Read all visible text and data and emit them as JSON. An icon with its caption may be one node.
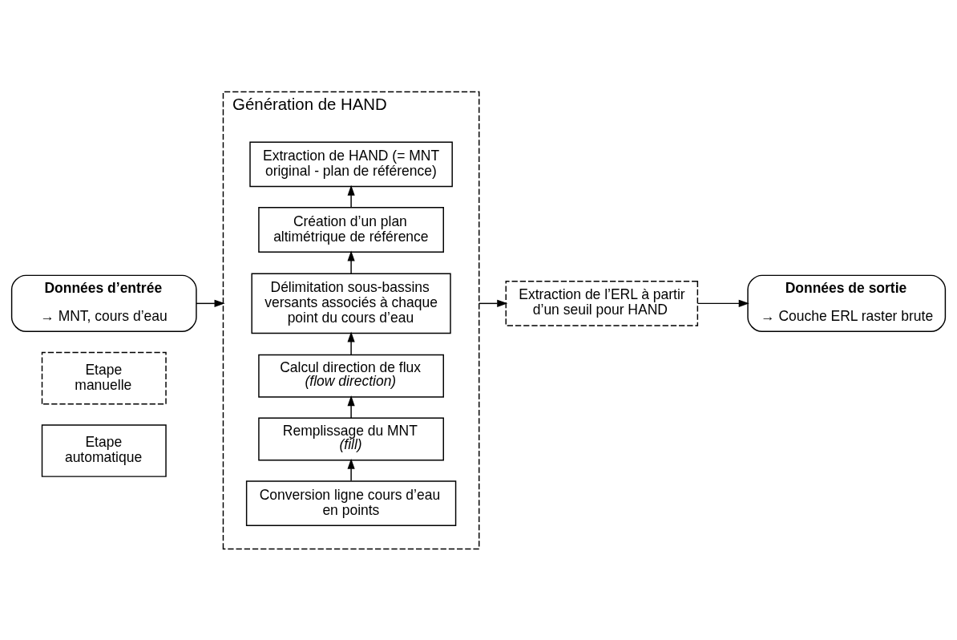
{
  "diagram": {
    "nodes": [
      {
        "text": [
          "Données d’entrée",
          "→ MNT, cours d’eau"
        ]
      },
      {
        "text": [
          "Génération de HAND"
        ]
      },
      {
        "text": [
          "Conversion ligne cours d’eau en points"
        ],
        "in": 1
      },
      {
        "text": [
          "Remplissage du MNT *(fill)*"
        ],
        "in": 1
      },
      {
        "text": [
          "Calcul direction de flux *(flow direction)*"
        ],
        "in": 1
      },
      {
        "text": [
          "Délimitation sous-bassins versants associés à chaque point du cours d’eau"
        ],
        "in": 1
      },
      {
        "text": [
          "Création d’un plan altimétrique de référence"
        ],
        "in": 1
      },
      {
        "text": [
          "Extraction de HAND (= MNT original - plan de référence)"
        ],
        "in": 1
      },
      {
        "text": [
          "Extraction de l’ERL à partir d’un seuil pour HAND"
        ]
      },
      {
        "text": [
          "Données de sortie",
          "→ Couche ERL raster brute"
        ]
      }
    ],
    "edges": [
      {
        "from": 0,
        "to": 1,
        "arrow": "to"
      },
      {
        "from": 2,
        "to": 3,
        "arrow": "to"
      },
      {
        "from": 3,
        "to": 4,
        "arrow": "to"
      },
      {
        "from": 4,
        "to": 5,
        "arrow": "to"
      },
      {
        "from": 5,
        "to": 6,
        "arrow": "to"
      },
      {
        "from": 6,
        "to": 7,
        "arrow": "to"
      },
      {
        "from": 1,
        "to": 8,
        "arrow": "to"
      },
      {
        "from": 8,
        "to": 9,
        "arrow": "to"
      }
    ],
    "legend": [
      {
        "text": "Etape manuelle"
      },
      {
        "text": "Etape automatique"
      }
    ]
  }
}
